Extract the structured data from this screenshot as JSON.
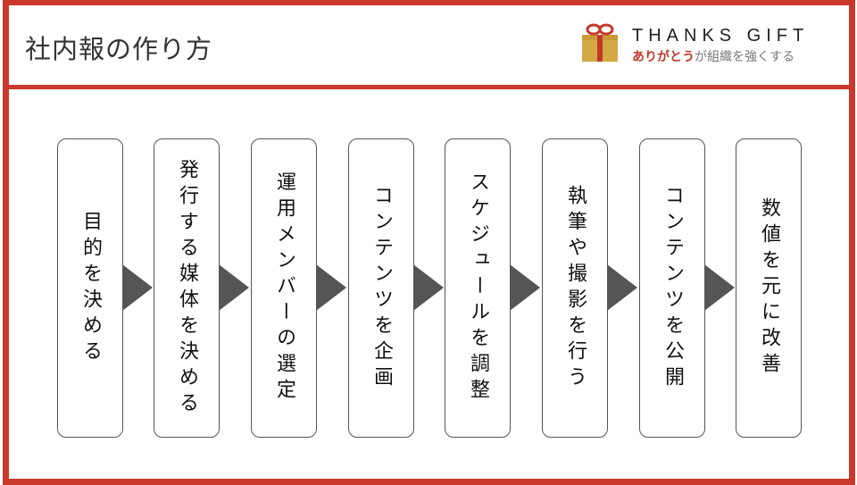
{
  "header": {
    "title": "社内報の作り方"
  },
  "logo": {
    "name": "THANKS GIFT",
    "tagline_highlight": "ありがとう",
    "tagline_rest": "が組織を強くする"
  },
  "steps": [
    {
      "label": "目的を決める"
    },
    {
      "label": "発行する媒体を決める"
    },
    {
      "label": "運用メンバーの選定"
    },
    {
      "label": "コンテンツを企画"
    },
    {
      "label": "スケジュールを調整"
    },
    {
      "label": "執筆や撮影を行う"
    },
    {
      "label": "コンテンツを公開"
    },
    {
      "label": "数値を元に改善"
    }
  ],
  "colors": {
    "accent": "#c8392b",
    "arrow": "#555555"
  }
}
